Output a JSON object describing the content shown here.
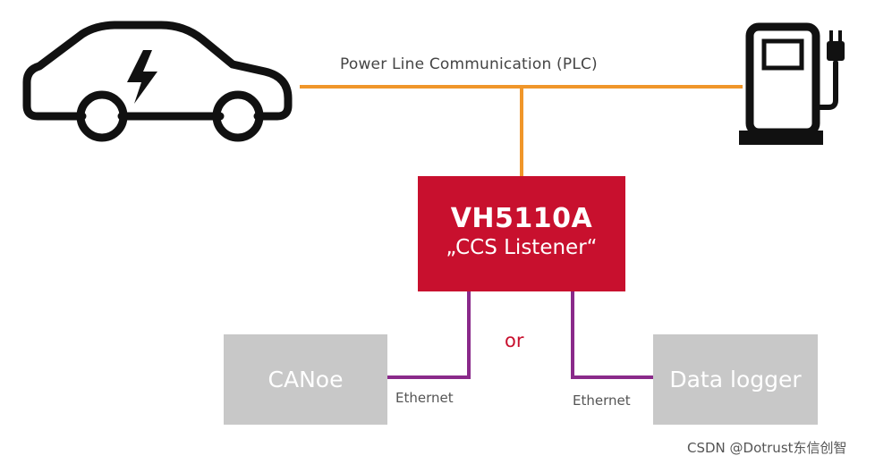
{
  "diagram": {
    "plc_label": "Power Line Communication (PLC)",
    "device": {
      "title": "VH5110A",
      "subtitle": "„CCS Listener“"
    },
    "or_label": "or",
    "canoe_label": "CANoe",
    "logger_label": "Data logger",
    "ethernet_left": "Ethernet",
    "ethernet_right": "Ethernet"
  },
  "watermark": "CSDN @Dotrust东信创智",
  "colors": {
    "plc_line": "#f0962a",
    "ethernet_line": "#8a2a8a",
    "device_fill": "#c8102e",
    "box_fill": "#c8c8c8",
    "icon_stroke": "#111111"
  }
}
